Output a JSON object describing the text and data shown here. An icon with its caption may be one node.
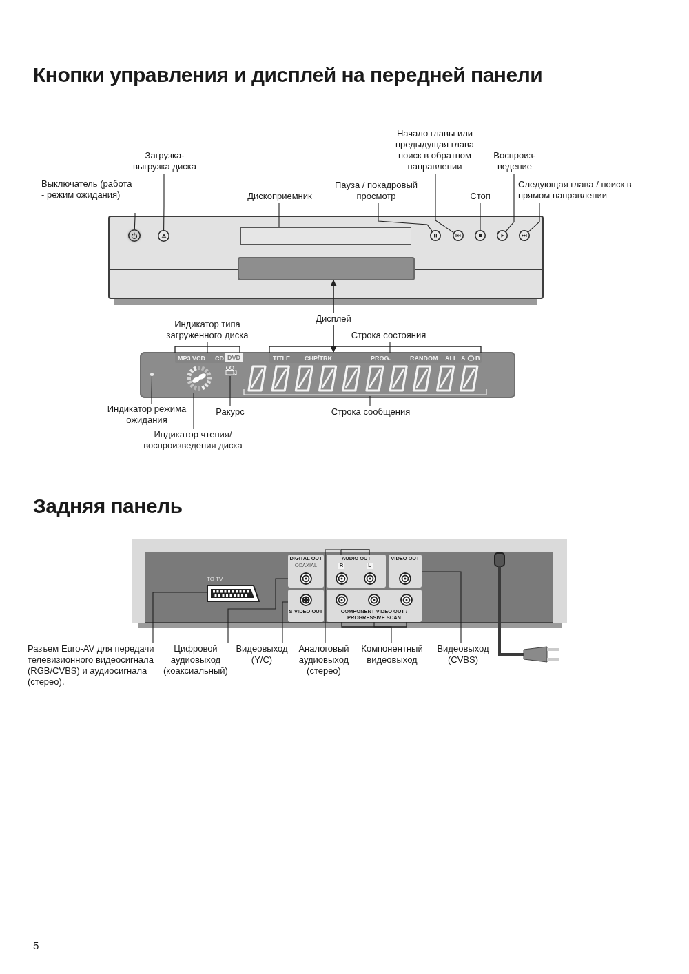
{
  "diagram": {
    "title": "Кнопки управления и дисплей на передней панели",
    "nodes": [
      {
        "text": [
          "Выключатель (работа - режим ожидания)"
        ]
      },
      {
        "text": [
          "Загрузка- выгрузка диска"
        ]
      },
      {
        "text": [
          "Дископриемник"
        ]
      },
      {
        "text": [
          "Пауза / покадровый просмотр"
        ]
      },
      {
        "text": [
          "Начало главы или предыдущая глава поиск в обратном направлении"
        ]
      },
      {
        "text": [
          "Стоп"
        ]
      },
      {
        "text": [
          "Воспроиз- ведение"
        ]
      },
      {
        "text": [
          "Следующая глава / поиск в прямом направлении"
        ]
      },
      {
        "text": [],
        "shape": "box"
      },
      {
        "text": [],
        "shape": "circle",
        "in": 8
      },
      {
        "text": [],
        "shape": "circle",
        "in": 8
      },
      {
        "text": [],
        "shape": "box",
        "in": 8
      },
      {
        "text": [],
        "shape": "circle",
        "in": 8
      },
      {
        "text": [],
        "shape": "circle",
        "in": 8
      },
      {
        "text": [],
        "shape": "circle",
        "in": 8
      },
      {
        "text": [],
        "shape": "circle",
        "in": 8
      },
      {
        "text": [],
        "shape": "circle",
        "in": 8
      },
      {
        "text": [],
        "shape": "box",
        "in": 8
      },
      {
        "text": [
          "Дисплей"
        ]
      },
      {
        "text": [
          "Индикатор типа загруженного диска"
        ]
      },
      {
        "text": [
          "Строка состояния"
        ]
      },
      {
        "text": [],
        "shape": "box"
      },
      {
        "text": [],
        "shape": "circle",
        "in": 21
      },
      {
        "text": [
          "MP3",
          "VCD",
          "CD",
          "DVD"
        ],
        "in": 21
      },
      {
        "text": [],
        "shape": "picture",
        "in": 21
      },
      {
        "text": [],
        "shape": "picture",
        "in": 21
      },
      {
        "text": [
          "TITLE",
          "CHP/TRK",
          "PROG.",
          "RANDOM",
          "ALL",
          "A",
          "B"
        ],
        "in": 21
      },
      {
        "text": [],
        "shape": "box",
        "in": 21
      },
      {
        "text": [
          "Индикатор режима ожидания"
        ]
      },
      {
        "text": [
          "Ракурс"
        ]
      },
      {
        "text": [
          "Строка сообщения"
        ]
      },
      {
        "text": [
          "Индикатор чтения/ воспроизведения диска"
        ]
      },
      {
        "text": [],
        "shape": "box"
      },
      {
        "text": [],
        "shape": "picture",
        "in": 32,
        "beside": [
          "TO TV"
        ]
      },
      {
        "text": [
          "DIGITAL OUT",
          "COAXIAL"
        ],
        "in": 32
      },
      {
        "text": [
          "AUDIO OUT",
          "R",
          "L"
        ],
        "in": 32
      },
      {
        "text": [
          "VIDEO OUT"
        ],
        "in": 32
      },
      {
        "text": [
          "S-VIDEO OUT"
        ],
        "in": 32
      },
      {
        "text": [
          "COMPONENT VIDEO OUT / PROGRESSIVE SCAN"
        ],
        "in": 32
      },
      {
        "text": [
          "Разъем Euro-AV для передачи телевизионного видеосигнала (RGB/CVBS) и аудиосигнала (стерео)."
        ]
      },
      {
        "text": [
          "Цифровой аудиовыход (коаксиальный)"
        ]
      },
      {
        "text": [
          "Видеовыход (Y/C)"
        ]
      },
      {
        "text": [
          "Аналоговый аудиовыход (стерео)"
        ]
      },
      {
        "text": [
          "Компонентный видеовыход"
        ]
      },
      {
        "text": [
          "Видеовыход (CVBS)"
        ]
      }
    ],
    "edges": [
      {
        "from": 0,
        "to": 9,
        "arrow": "none"
      },
      {
        "from": 1,
        "to": 10,
        "arrow": "none"
      },
      {
        "from": 2,
        "to": 11,
        "arrow": "none"
      },
      {
        "from": 3,
        "to": 12,
        "arrow": "none"
      },
      {
        "from": 4,
        "to": 13,
        "arrow": "none"
      },
      {
        "from": 5,
        "to": 14,
        "arrow": "none"
      },
      {
        "from": 6,
        "to": 15,
        "arrow": "none"
      },
      {
        "from": 7,
        "to": 16,
        "arrow": "none"
      },
      {
        "from": 18,
        "to": 17,
        "arrow": "to"
      },
      {
        "from": 18,
        "to": 21,
        "arrow": "to"
      },
      {
        "from": 19,
        "to": 23,
        "arrow": "none"
      },
      {
        "from": 20,
        "to": 26,
        "arrow": "none"
      },
      {
        "from": 28,
        "to": 22,
        "arrow": "none"
      },
      {
        "from": 29,
        "to": 25,
        "arrow": "none"
      },
      {
        "from": 30,
        "to": 27,
        "arrow": "none"
      },
      {
        "from": 31,
        "to": 24,
        "arrow": "none"
      },
      {
        "from": 39,
        "to": 33,
        "arrow": "none"
      },
      {
        "from": 40,
        "to": 34,
        "arrow": "none"
      },
      {
        "from": 41,
        "to": 37,
        "arrow": "none"
      },
      {
        "from": 42,
        "to": 35,
        "arrow": "none"
      },
      {
        "from": 43,
        "to": 38,
        "arrow": "none"
      },
      {
        "from": 44,
        "to": 36,
        "arrow": "none"
      }
    ],
    "labels": [
      "Задняя панель",
      "5"
    ]
  }
}
